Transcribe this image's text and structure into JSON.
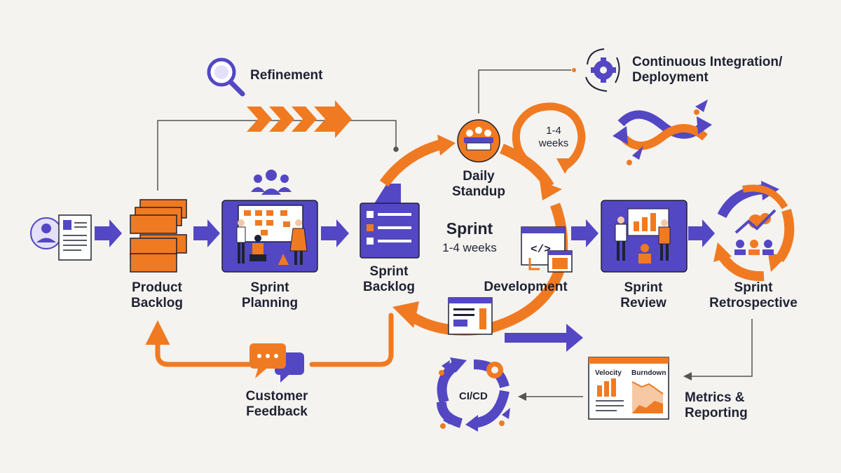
{
  "colors": {
    "orange": "#f07a22",
    "indigo": "#5347c4",
    "ink": "#1f2233",
    "background": "#f4f3ef"
  },
  "nodes": {
    "product_backlog": {
      "line1": "Product",
      "line2": "Backlog"
    },
    "sprint_planning": {
      "line1": "Sprint",
      "line2": "Planning"
    },
    "sprint_backlog": {
      "line1": "Sprint",
      "line2": "Backlog"
    },
    "daily_standup": {
      "line1": "Daily",
      "line2": "Standup"
    },
    "development": {
      "label": "Development"
    },
    "sprint_review": {
      "line1": "Sprint",
      "line2": "Review"
    },
    "sprint_retrospective": {
      "line1": "Sprint",
      "line2": "Retrospective"
    },
    "refinement": {
      "label": "Refinement"
    },
    "ci_deployment": {
      "line1": "Continuous Integration/",
      "line2": "Deployment"
    },
    "customer_feedback": {
      "line1": "Customer",
      "line2": "Feedback"
    },
    "metrics_reporting": {
      "line1": "Metrics &",
      "line2": "Reporting"
    },
    "cicd": {
      "label": "CI/CD"
    }
  },
  "sprint": {
    "title": "Sprint",
    "duration": "1-4 weeks"
  },
  "loop_badge": {
    "line1": "1-4",
    "line2": "weeks"
  },
  "dashboard": {
    "velocity": "Velocity",
    "burndown": "Burndown"
  },
  "icons": [
    "user-profile-icon",
    "backlog-stack-icon",
    "team-icon",
    "planning-board-icon",
    "sprint-backlog-doc-icon",
    "standup-meeting-icon",
    "code-window-icon",
    "review-presentation-icon",
    "retrospective-cycle-icon",
    "magnifier-icon",
    "chevron-arrows-icon",
    "gear-cycle-icon",
    "infinity-rocket-icon",
    "chat-bubble-icon",
    "metrics-dashboard-icon",
    "cicd-cycle-icon",
    "rocket-icon"
  ]
}
